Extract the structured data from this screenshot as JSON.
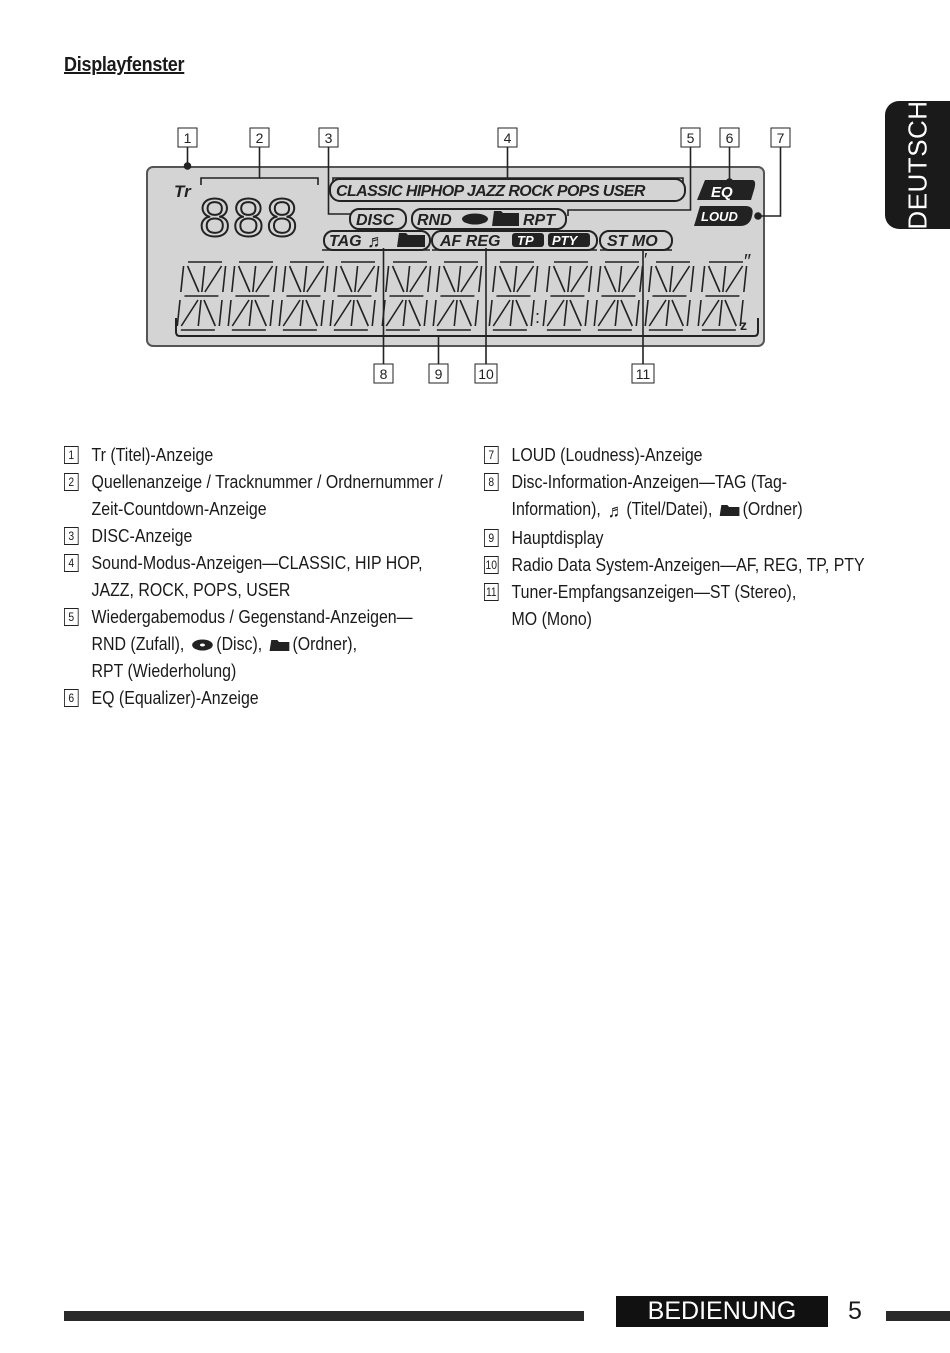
{
  "heading": "Displayfenster",
  "side_tab": "DEUTSCH",
  "diagram": {
    "callouts": [
      "1",
      "2",
      "3",
      "4",
      "5",
      "6",
      "7",
      "8",
      "9",
      "10",
      "11"
    ],
    "display": {
      "tr": "Tr",
      "source_digits": "888",
      "sound_modes": "CLASSIC HIPHOP JAZZ ROCK POPS USER",
      "eq": "EQ",
      "loud": "LOUD",
      "disc": "DISC",
      "rnd": "RND",
      "rpt": "RPT",
      "tag": "TAG",
      "af_reg": "AF REG",
      "tp": "TP",
      "pty": "PTY",
      "st_mo": "ST MO"
    }
  },
  "legend_left": [
    {
      "num": "1",
      "lines": [
        "Tr (Titel)-Anzeige"
      ]
    },
    {
      "num": "2",
      "lines": [
        "Quellenanzeige / Tracknummer / Ordnernummer /",
        "Zeit-Countdown-Anzeige"
      ]
    },
    {
      "num": "3",
      "lines": [
        "DISC-Anzeige"
      ]
    },
    {
      "num": "4",
      "lines": [
        "Sound-Modus-Anzeigen—CLASSIC, HIP HOP,",
        "JAZZ, ROCK, POPS, USER"
      ]
    },
    {
      "num": "5",
      "lines": [
        "Wiedergabemodus / Gegenstand-Anzeigen—"
      ],
      "line2_a": "RND (Zufall),",
      "line2_b": "(Disc),",
      "line2_c": "(Ordner),",
      "line3": "RPT (Wiederholung)"
    },
    {
      "num": "6",
      "lines": [
        "EQ (Equalizer)-Anzeige"
      ]
    }
  ],
  "legend_right": [
    {
      "num": "7",
      "lines": [
        "LOUD (Loudness)-Anzeige"
      ]
    },
    {
      "num": "8",
      "lines": [
        "Disc-Information-Anzeigen—TAG (Tag-"
      ],
      "line2_a": "Information),",
      "line2_b": "(Titel/Datei),",
      "line2_c": "(Ordner)"
    },
    {
      "num": "9",
      "lines": [
        "Hauptdisplay"
      ]
    },
    {
      "num": "10",
      "lines": [
        "Radio Data System-Anzeigen—AF, REG, TP, PTY"
      ]
    },
    {
      "num": "11",
      "lines": [
        "Tuner-Empfangsanzeigen—ST (Stereo),",
        "MO (Mono)"
      ]
    }
  ],
  "footer": {
    "section": "BEDIENUNG",
    "page": "5"
  }
}
